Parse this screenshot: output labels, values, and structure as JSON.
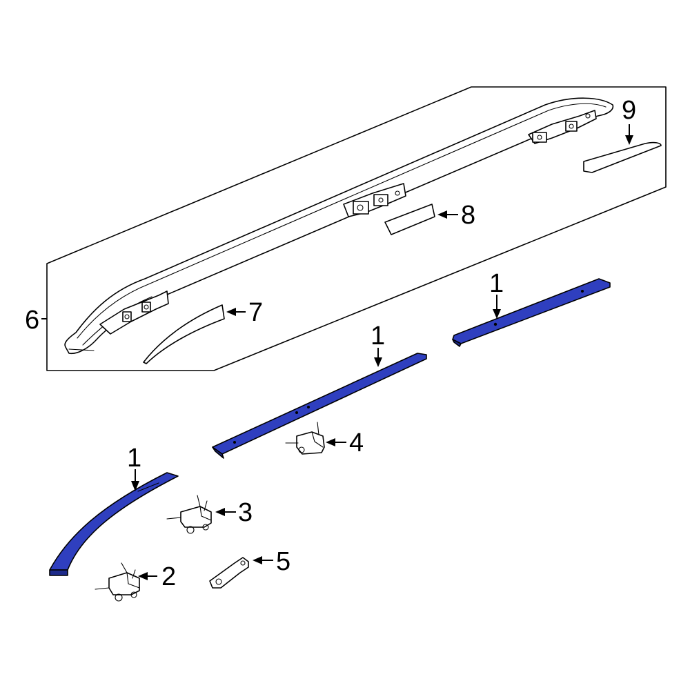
{
  "colors": {
    "highlight": "#2f3fbf",
    "highlight_dark": "#1d2a8a",
    "line": "#000000",
    "background": "#ffffff"
  },
  "callouts": {
    "c1a": "1",
    "c1b": "1",
    "c1c": "1",
    "c2": "2",
    "c3": "3",
    "c4": "4",
    "c5": "5",
    "c6": "6",
    "c7": "7",
    "c8": "8",
    "c9": "9"
  }
}
